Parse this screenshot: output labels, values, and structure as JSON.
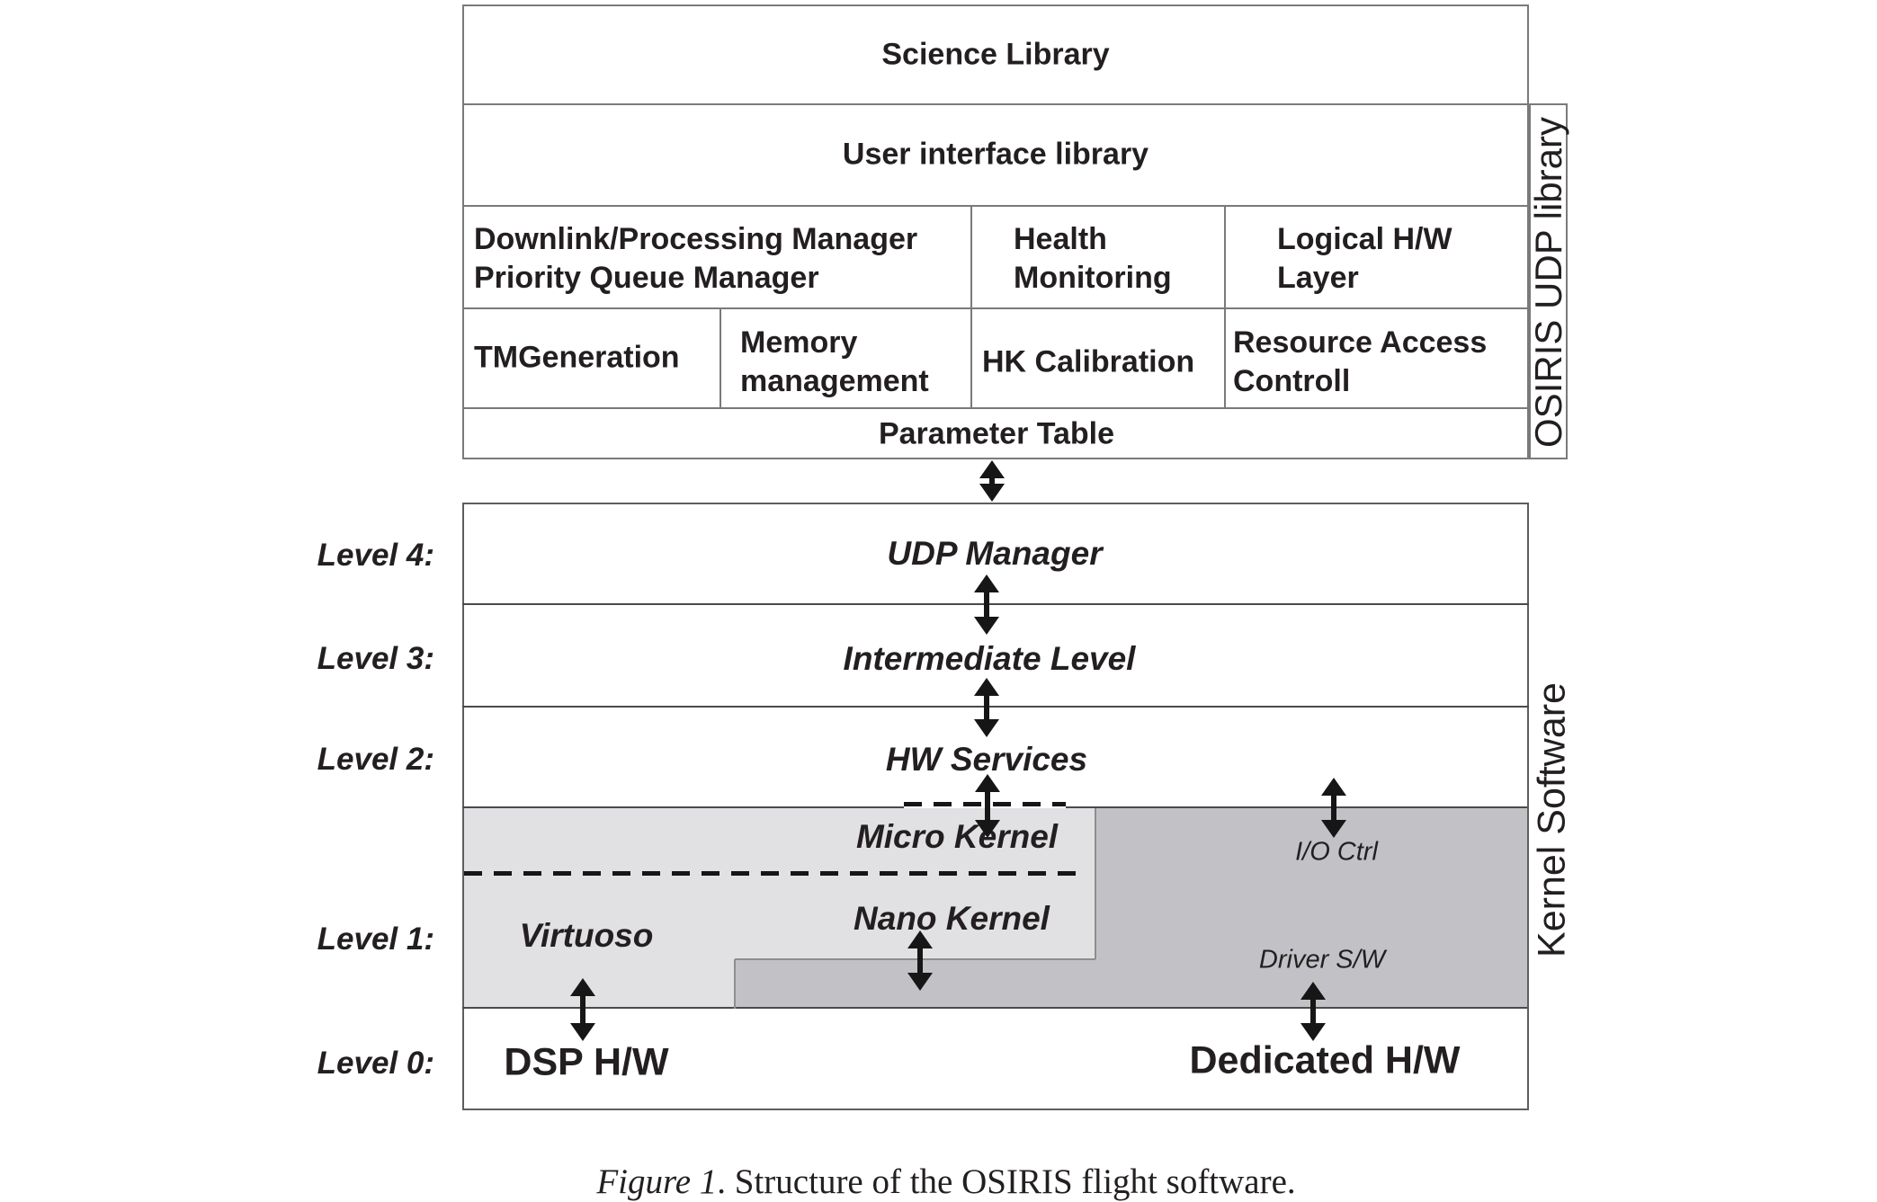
{
  "colors": {
    "light_gray": "#e1e1e3",
    "dark_gray": "#c2c2c6",
    "border": "#7a7a7a",
    "line": "#4a4a4a",
    "arrow": "#161616",
    "text": "#231f20"
  },
  "library": {
    "science": "Science Library",
    "user_interface": "User interface library",
    "downlink": "Downlink/Processing Manager\nPriority Queue Manager",
    "health": "Health\nMonitoring",
    "logical": "Logical H/W\nLayer",
    "tm_generation": "TMGeneration",
    "memory": "Memory\nmanagement",
    "hk_calibration": "HK Calibration",
    "resource": "Resource Access\nControll",
    "parameter_table": "Parameter Table",
    "side_label": "OSIRIS UDP library"
  },
  "kernel": {
    "side_label": "Kernel Software",
    "levels": [
      {
        "label": "Level 4:",
        "content": "UDP Manager"
      },
      {
        "label": "Level 3:",
        "content": "Intermediate Level"
      },
      {
        "label": "Level 2:",
        "content": "HW Services"
      },
      {
        "label": "Level 1:"
      },
      {
        "label": "Level 0:"
      }
    ],
    "micro_kernel": "Micro Kernel",
    "nano_kernel": "Nano Kernel",
    "virtuoso": "Virtuoso",
    "io_ctrl": "I/O Ctrl",
    "driver_sw": "Driver S/W",
    "dsp_hw": "DSP H/W",
    "dedicated_hw": "Dedicated H/W"
  },
  "caption": {
    "figure_label": "Figure 1",
    "text": ". Structure of the OSIRIS flight software."
  }
}
